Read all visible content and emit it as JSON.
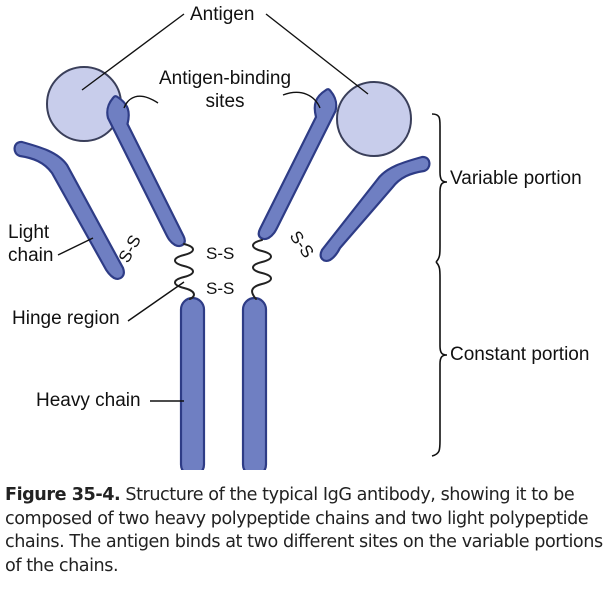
{
  "labels": {
    "antigen": "Antigen",
    "binding_sites_line1": "Antigen-binding",
    "binding_sites_line2": "sites",
    "light_chain_line1": "Light",
    "light_chain_line2": "chain",
    "hinge_region": "Hinge region",
    "heavy_chain": "Heavy chain",
    "variable_portion": "Variable portion",
    "constant_portion": "Constant portion",
    "disulfide": "S-S"
  },
  "caption": {
    "figure_label": "Figure 35-4.",
    "text": "Structure of the typical IgG antibody, showing it to be composed of two heavy polypeptide chains and two light polypeptide chains. The antigen binds at two different sites on the variable portions of the chains."
  },
  "colors": {
    "chain_fill": "#6f7fc2",
    "chain_outline": "#2e3c86",
    "antigen_fill": "#c8cdeb"
  }
}
